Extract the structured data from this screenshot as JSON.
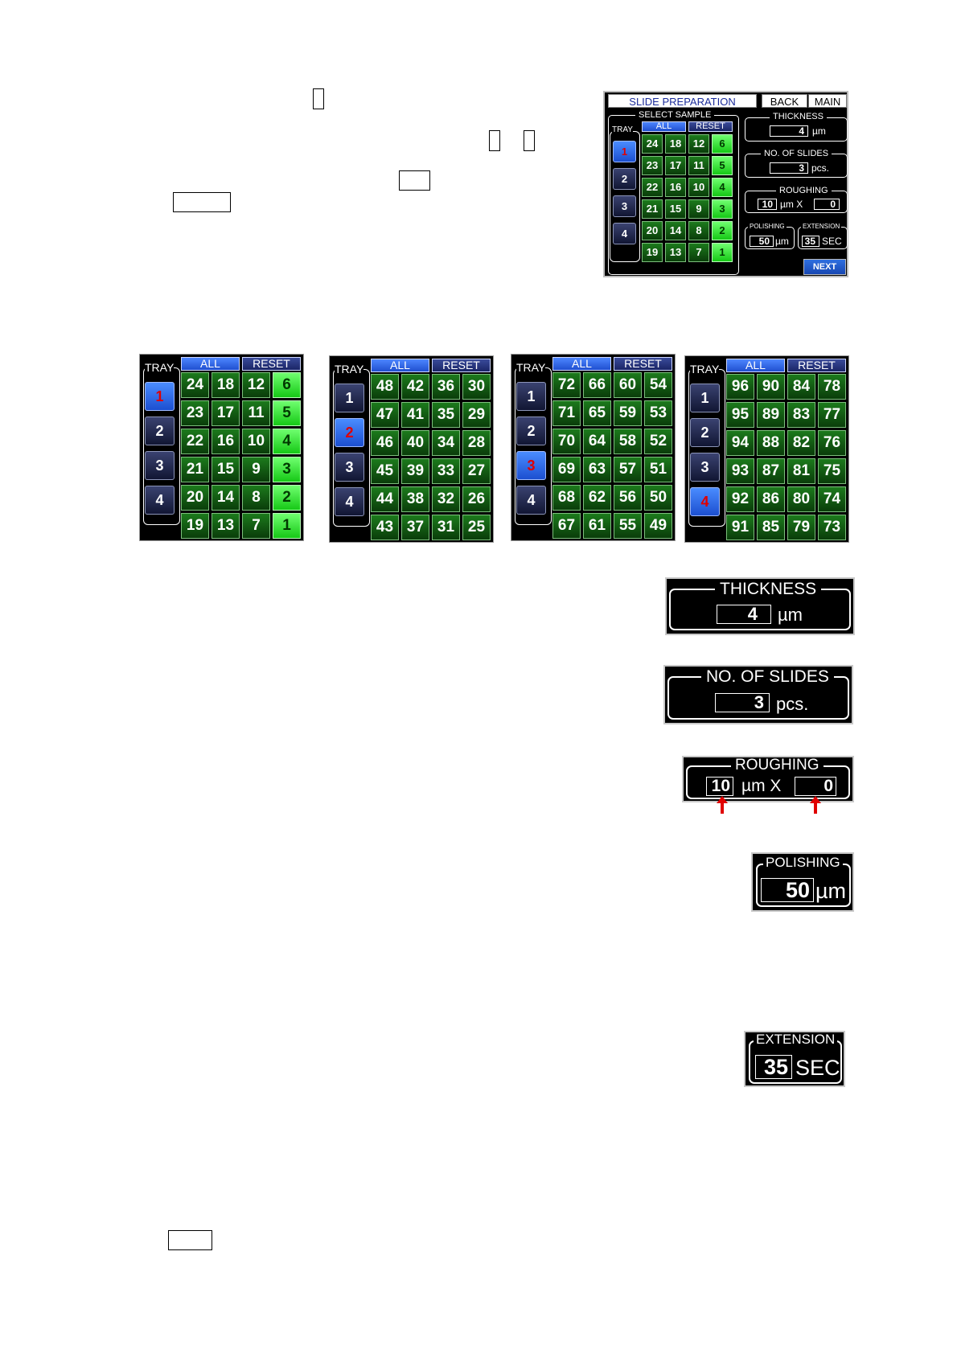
{
  "screen": {
    "title": "SLIDE PREPARATION",
    "back_label": "BACK",
    "main_label": "MAIN",
    "select_sample_label": "SELECT SAMPLE",
    "tray_label": "TRAY",
    "all_label": "ALL",
    "reset_label": "RESET",
    "next_label": "NEXT",
    "thickness": {
      "label": "THICKNESS",
      "value": "4",
      "unit": "µm"
    },
    "slides": {
      "label": "NO. OF SLIDES",
      "value": "3",
      "unit": "pcs."
    },
    "roughing": {
      "label": "ROUGHING",
      "value": "10",
      "unit": "µm X",
      "count": "0"
    },
    "polishing": {
      "label": "POLISHING",
      "value": "50",
      "unit": "µm"
    },
    "extension": {
      "label": "EXTENSION",
      "value": "35",
      "unit": "SEC"
    }
  },
  "trays": {
    "tray_numbers": [
      "1",
      "2",
      "3",
      "4"
    ],
    "views": [
      {
        "selected_tray": 1,
        "rows": [
          [
            "24",
            "18",
            "12",
            "6"
          ],
          [
            "23",
            "17",
            "11",
            "5"
          ],
          [
            "22",
            "16",
            "10",
            "4"
          ],
          [
            "21",
            "15",
            "9",
            "3"
          ],
          [
            "20",
            "14",
            "8",
            "2"
          ],
          [
            "19",
            "13",
            "7",
            "1"
          ]
        ],
        "lit_column": 3
      },
      {
        "selected_tray": 2,
        "rows": [
          [
            "48",
            "42",
            "36",
            "30"
          ],
          [
            "47",
            "41",
            "35",
            "29"
          ],
          [
            "46",
            "40",
            "34",
            "28"
          ],
          [
            "45",
            "39",
            "33",
            "27"
          ],
          [
            "44",
            "38",
            "32",
            "26"
          ],
          [
            "43",
            "37",
            "31",
            "25"
          ]
        ],
        "lit_column": null
      },
      {
        "selected_tray": 3,
        "rows": [
          [
            "72",
            "66",
            "60",
            "54"
          ],
          [
            "71",
            "65",
            "59",
            "53"
          ],
          [
            "70",
            "64",
            "58",
            "52"
          ],
          [
            "69",
            "63",
            "57",
            "51"
          ],
          [
            "68",
            "62",
            "56",
            "50"
          ],
          [
            "67",
            "61",
            "55",
            "49"
          ]
        ],
        "lit_column": null
      },
      {
        "selected_tray": 4,
        "rows": [
          [
            "96",
            "90",
            "84",
            "78"
          ],
          [
            "95",
            "89",
            "83",
            "77"
          ],
          [
            "94",
            "88",
            "82",
            "76"
          ],
          [
            "93",
            "87",
            "81",
            "75"
          ],
          [
            "92",
            "86",
            "80",
            "74"
          ],
          [
            "91",
            "85",
            "79",
            "73"
          ]
        ],
        "lit_column": null
      }
    ]
  },
  "colors": {
    "tray_selected": "#2f6cf0",
    "tray_selected_text": "#e00000",
    "cell_dark_green": "#155e15",
    "cell_light_green": "#33e033",
    "arrow": "#e00000"
  }
}
